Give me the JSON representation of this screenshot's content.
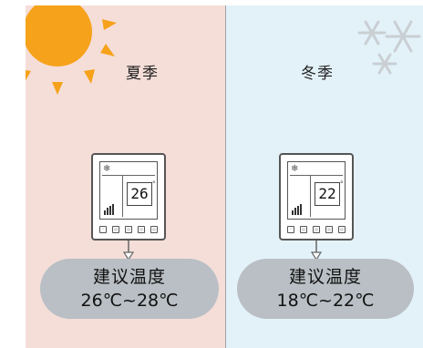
{
  "summer": {
    "title": "夏季",
    "display_temp": "26",
    "recommend_label": "建议温度",
    "recommend_range": "26℃~28℃"
  },
  "winter": {
    "title": "冬季",
    "display_temp": "22",
    "recommend_label": "建议温度",
    "recommend_range": "18℃~22℃"
  },
  "icons": {
    "sun": "sun-icon",
    "snowflakes": "snowflake-icon",
    "thermostat": "thermostat-icon",
    "arrow": "arrow-down-icon"
  },
  "colors": {
    "summer_background": "#f5ded8",
    "winter_background": "#e3f2f9",
    "sun": "#f6a21a",
    "pill": "#b9bfc4"
  }
}
